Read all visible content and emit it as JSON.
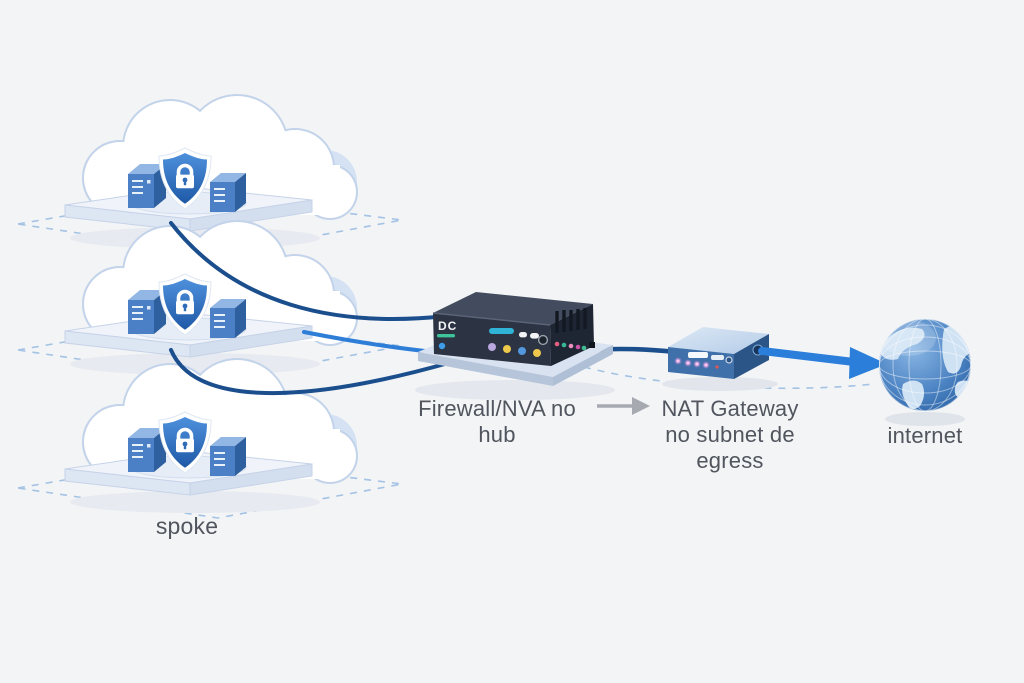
{
  "diagram_type": "network-architecture",
  "labels": {
    "spoke": "spoke",
    "firewall": {
      "line1": "Firewall/NVA no",
      "line2": "hub"
    },
    "nat": {
      "line1": "NAT Gateway",
      "line2": "no subnet de",
      "line3": "egress"
    },
    "internet": "internet"
  },
  "firewall_panel": {
    "text": "DC"
  },
  "nodes": {
    "spokes_count": 3,
    "flow": [
      "spoke",
      "Firewall/NVA no hub",
      "NAT Gateway no subnet de egress",
      "internet"
    ]
  },
  "icons": {
    "spoke_security": "shield-lock-icon",
    "spoke_platform": "cloud-platform-icon",
    "spoke_compute": "server-icon",
    "hub_device": "firewall-appliance-icon",
    "nat_device": "nat-gateway-appliance-icon",
    "internet": "globe-icon",
    "label_connector": "right-arrow-icon"
  },
  "colors": {
    "background": "#f3f4f6",
    "connection_dark": "#1b4e8d",
    "connection_light": "#2e7ed8",
    "egress_arrow": "#2b7fdb",
    "dashed_guide": "#a4c2e4",
    "label_text": "#50555e",
    "label_arrow": "#a6aab0",
    "shield_blue": "#2f6cb8",
    "device_dark": "#2c3342",
    "device_blue": "#3f70a9"
  }
}
